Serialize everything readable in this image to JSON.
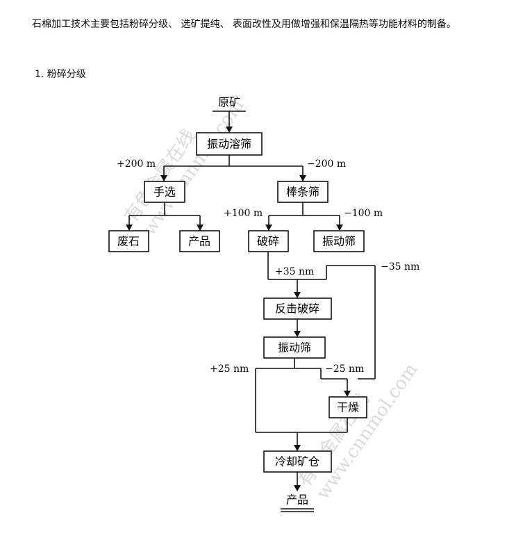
{
  "intro": "石棉加工技术主要包括粉碎分级、 选矿提纯、 表面改性及用做增强和保温隔热等功能材料的制备。",
  "heading": "1. 粉碎分级",
  "flow": {
    "raw_ore": "原矿",
    "vibrating_dissolve_screen": "振动溶筛",
    "hand_pick": "手选",
    "bar_screen": "棒条筛",
    "waste_rock": "废石",
    "product_left": "产品",
    "crush": "破碎",
    "vibrating_screen_right": "振动筛",
    "impact_crush": "反击破碎",
    "vibrating_screen_mid": "振动筛",
    "drying": "干燥",
    "cooling_bin": "冷却矿仓",
    "product_final": "产品",
    "plus_200": "+200 m",
    "minus_200": "−200 m",
    "plus_100": "+100 m",
    "minus_100": "−100 m",
    "plus_35": "+35 nm",
    "minus_35": "−35 nm",
    "plus_25": "+25 nm",
    "minus_25": "−25 nm"
  },
  "watermark": {
    "text1": "有色金属在线",
    "text2": "www.cnnmol.com"
  }
}
